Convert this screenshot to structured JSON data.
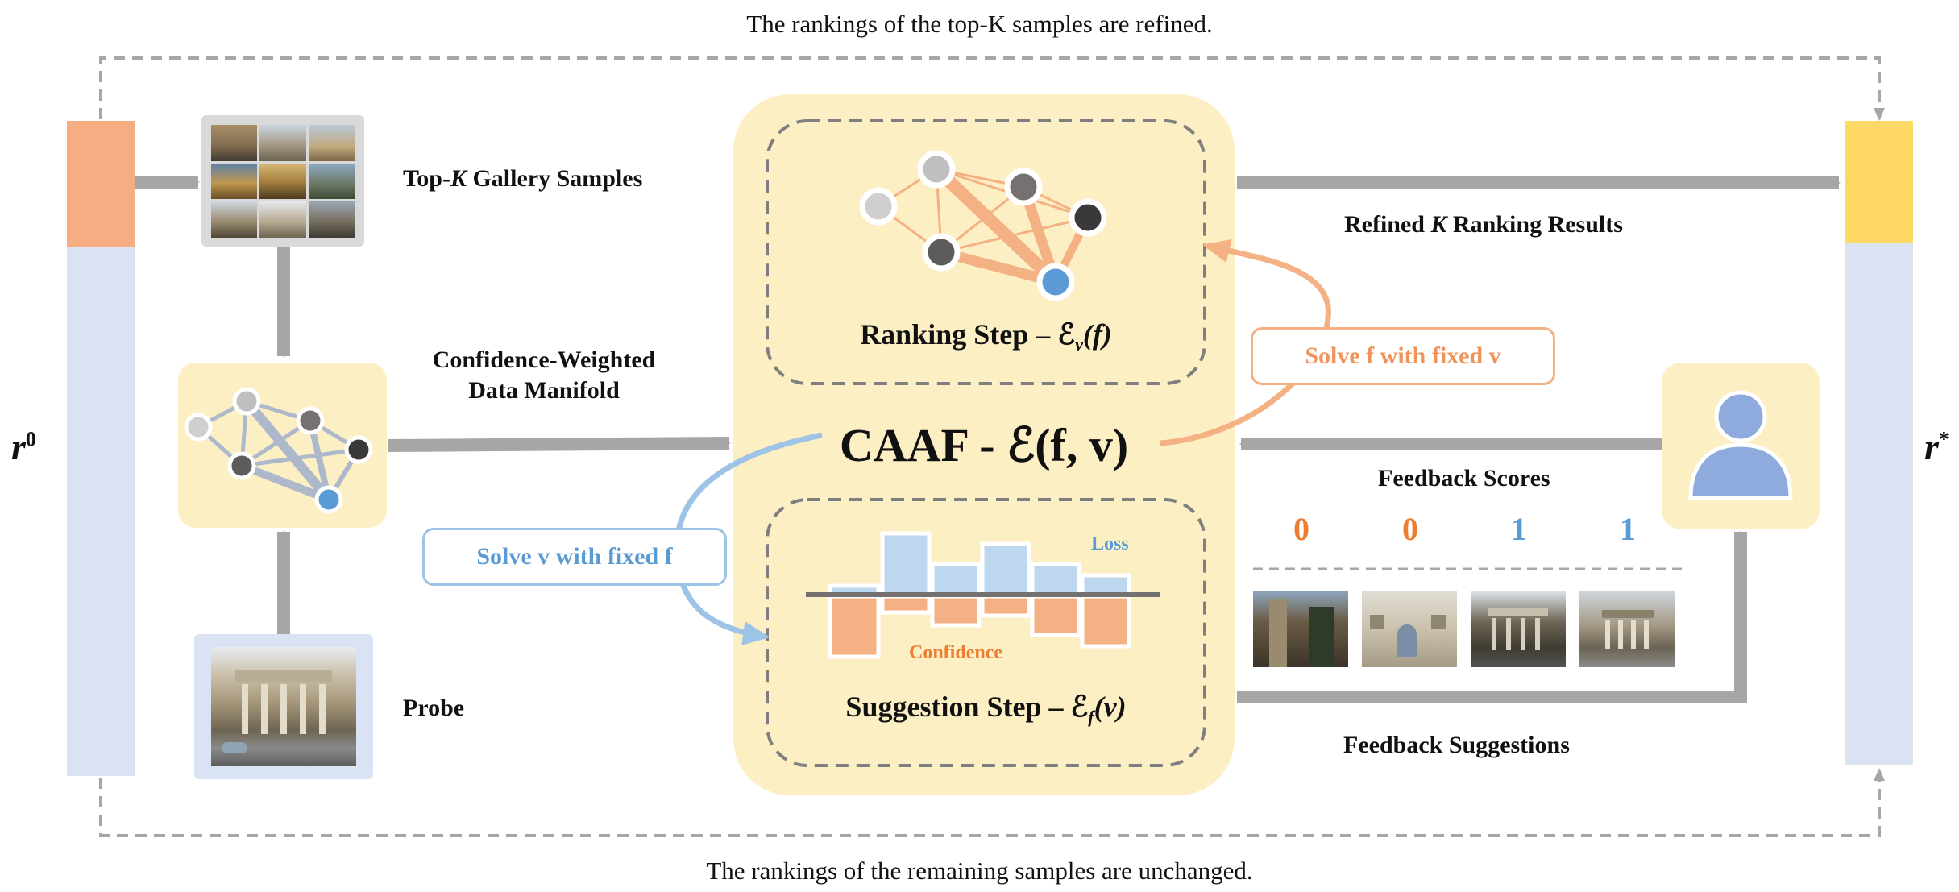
{
  "top_caption": "The rankings of the top-K samples are refined.",
  "bottom_caption": "The rankings of the remaining samples are unchanged.",
  "r0_label": "r",
  "r0_sup": "0",
  "rstar_label": "r",
  "rstar_sup": "*",
  "gallery_label_a": "Top-",
  "gallery_label_k": "K",
  "gallery_label_b": " Gallery Samples",
  "manifold_label_line1": "Confidence-Weighted",
  "manifold_label_line2": "Data Manifold",
  "probe_label": "Probe",
  "ranking_step": "Ranking Step – ℰ",
  "ranking_step_sub": "v",
  "ranking_step_arg": "(f)",
  "suggestion_step": "Suggestion Step – ℰ",
  "suggestion_step_sub": "f",
  "suggestion_step_arg": "(v)",
  "caaf_label": "CAAF - ℰ(f, v)",
  "solve_f": "Solve f with fixed v",
  "solve_v": "Solve v with fixed f",
  "loss_label": "Loss",
  "confidence_label": "Confidence",
  "refined_label_a": "Refined ",
  "refined_label_k": "K",
  "refined_label_b": " Ranking Results",
  "feedback_scores_label": "Feedback Scores",
  "feedback_suggestions_label": "Feedback Suggestions",
  "feedback_scores": [
    "0",
    "0",
    "1",
    "1"
  ],
  "colors": {
    "orange_accent": "#f0935a",
    "blue_accent": "#5b9bd5",
    "panel_yellow": "#fdefc4",
    "bar_blue": "#dbe3f2",
    "bar_orange": "#f6ad82",
    "bar_gold": "#fdd867",
    "arrow_gray": "#a6a6a6"
  }
}
